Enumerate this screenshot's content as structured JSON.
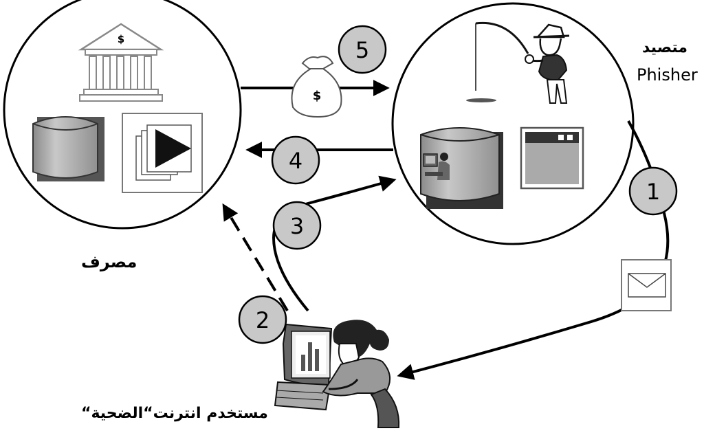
{
  "labels": {
    "bank": "مصرف",
    "phisher_arabic": "متصيد",
    "phisher_english": "Phisher",
    "victim": "مستخدم انترنت“الضحية“",
    "currency_symbol": "$"
  },
  "steps": [
    "1",
    "2",
    "3",
    "4",
    "5"
  ],
  "colors": {
    "line": "#000000",
    "step_badge_fill": "#c8c8c8",
    "database_fill": "#a8a8a8",
    "database_shadow": "#555555",
    "page": "#ffffff"
  }
}
